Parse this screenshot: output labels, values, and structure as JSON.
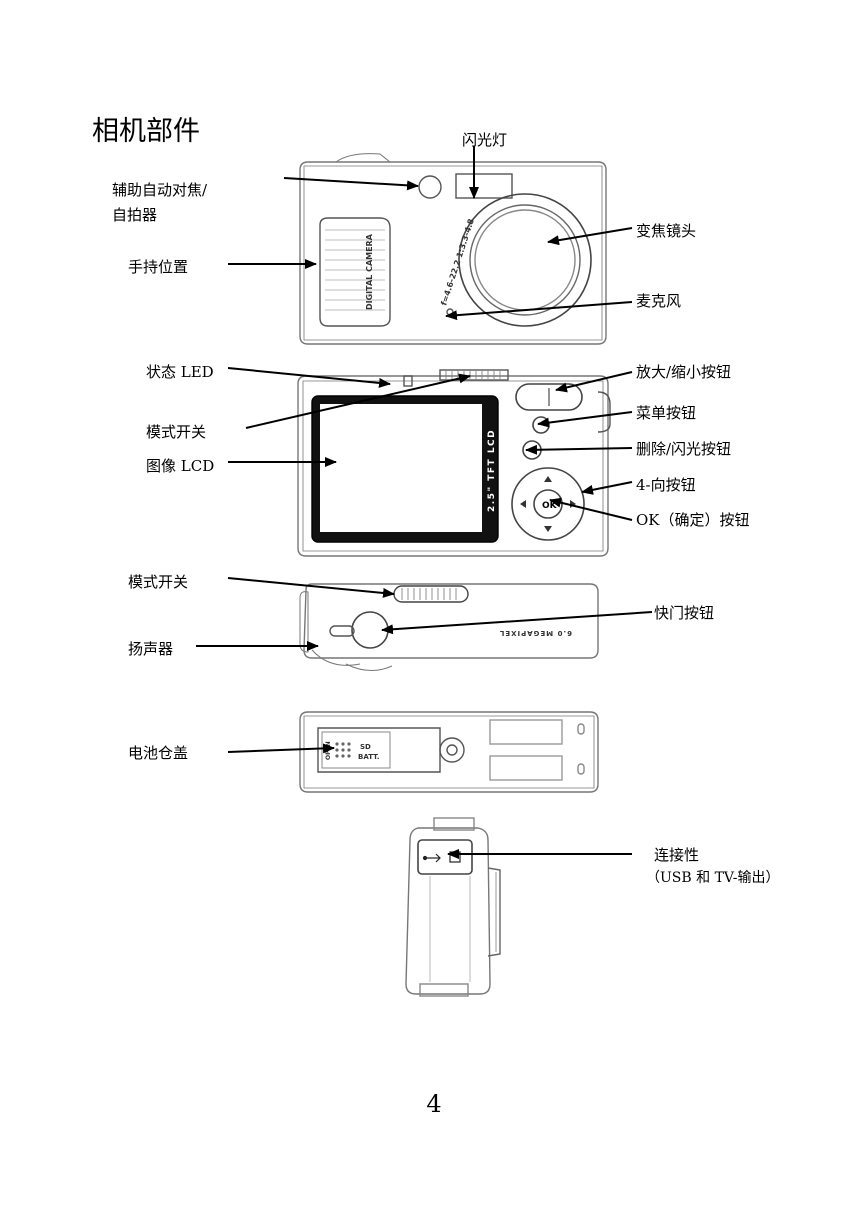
{
  "title": "相机部件",
  "page_number": "4",
  "labels": {
    "flash": "闪光灯",
    "af_assist": "辅助自动对焦/",
    "self_timer": "自拍器",
    "grip": "手持位置",
    "zoom_lens": "变焦镜头",
    "microphone": "麦克风",
    "status_led": "状态 LED",
    "mode_switch_back": "模式开关",
    "lcd": "图像 LCD",
    "zoom_buttons": "放大/缩小按钮",
    "menu_button": "菜单按钮",
    "delete_flash_button": "删除/闪光按钮",
    "four_way_button": "4-向按钮",
    "ok_button": "OK（确定）按钮",
    "mode_switch_top": "模式开关",
    "shutter_button": "快门按钮",
    "speaker": "扬声器",
    "battery_cover": "电池仓盖",
    "connectivity": "连接性",
    "connectivity_detail": "（USB 和 TV-输出）"
  },
  "camera_print": {
    "brand": "DIGITAL CAMERA",
    "lens_text": "f=4.6-22.2 1:3.3-4.8",
    "lcd_text": "2.5\" TFT LCD",
    "megapixel": "6.0 MEGAPIXEL",
    "ok": "OK",
    "battery_sd": "SD",
    "battery_batt": "BATT.",
    "battery_open": "OPEN"
  }
}
